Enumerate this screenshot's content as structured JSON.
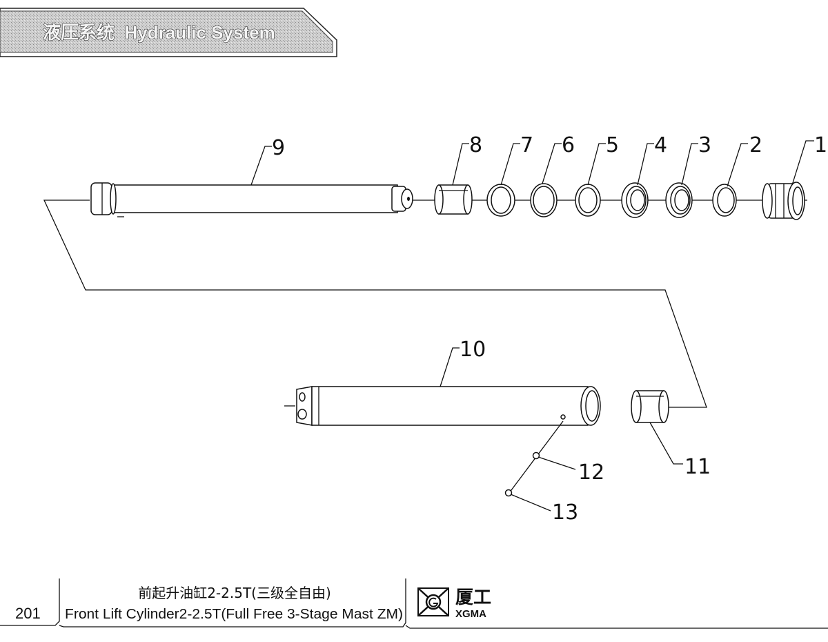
{
  "header": {
    "section_title": "液压系统  Hydraulic System"
  },
  "callouts": [
    {
      "label": "1"
    },
    {
      "label": "2"
    },
    {
      "label": "3"
    },
    {
      "label": "4"
    },
    {
      "label": "5"
    },
    {
      "label": "6"
    },
    {
      "label": "7"
    },
    {
      "label": "8"
    },
    {
      "label": "9"
    },
    {
      "label": "10"
    },
    {
      "label": "11"
    },
    {
      "label": "12"
    },
    {
      "label": "13"
    }
  ],
  "footer": {
    "page_number": "201",
    "title_cn": "前起升油缸2-2.5T(三级全自由)",
    "title_en": "Front Lift Cylinder2-2.5T(Full Free 3-Stage Mast ZM)",
    "logo_cn": "厦工",
    "logo_en": "XGMA"
  }
}
